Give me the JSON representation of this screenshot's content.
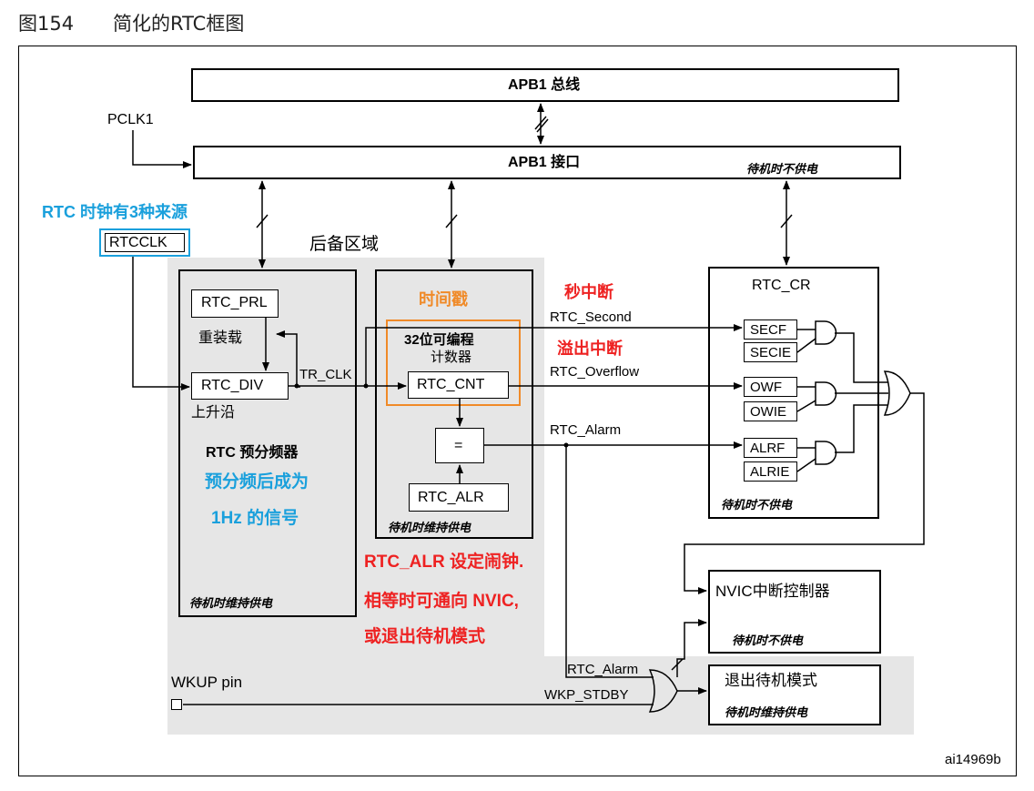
{
  "header": {
    "figure_no": "图154",
    "figure_title": "简化的RTC框图"
  },
  "bus": {
    "apb1_bus": "APB1 总线",
    "apb1_if": "APB1 接口",
    "pclk1": "PCLK1",
    "no_standby_power": "待机时不供电"
  },
  "source": {
    "note": "RTC 时钟有3种来源",
    "rtcclk": "RTCCLK"
  },
  "backup_domain": "后备区域",
  "prescaler": {
    "prl": "RTC_PRL",
    "reload": "重装载",
    "div": "RTC_DIV",
    "rising": "上升沿",
    "title": "RTC 预分频器",
    "note1": "预分频后成为",
    "note2": "1Hz 的信号",
    "standby": "待机时维持供电",
    "tr_clk": "TR_CLK"
  },
  "counter": {
    "stamp": "时间戳",
    "desc1": "32位可编程",
    "desc2": "计数器",
    "cnt": "RTC_CNT",
    "eq": "=",
    "alr": "RTC_ALR",
    "standby": "待机时维持供电"
  },
  "signals": {
    "second": "RTC_Second",
    "overflow": "RTC_Overflow",
    "alarm": "RTC_Alarm",
    "second_note": "秒中断",
    "overflow_note": "溢出中断",
    "alarm2": "RTC_Alarm",
    "wkp_stdby": "WKP_STDBY",
    "wkup": "WKUP pin"
  },
  "cr": {
    "title": "RTC_CR",
    "secf": "SECF",
    "secie": "SECIE",
    "owf": "OWF",
    "owie": "OWIE",
    "alrf": "ALRF",
    "alrie": "ALRIE",
    "standby": "待机时不供电"
  },
  "alr_note": [
    "RTC_ALR 设定闹钟.",
    "相等时可通向 NVIC,",
    "或退出待机模式"
  ],
  "nvic": {
    "title": "NVIC中断控制器",
    "standby": "待机时不供电"
  },
  "exit": {
    "title": "退出待机模式",
    "standby": "待机时维持供电"
  },
  "figure_id": "ai14969b"
}
